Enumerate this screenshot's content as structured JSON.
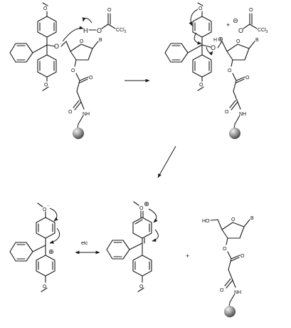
{
  "diagram": {
    "atoms": {
      "methoxy": "O",
      "oxygen": "O",
      "hydrogen": "H",
      "base": "B",
      "amide_nh": "NH",
      "ccl3": "CCl",
      "sub3": "3",
      "ho": "HO"
    },
    "charges": {
      "plus": "⊕",
      "minus": "⊖"
    },
    "operators": {
      "plus": "+"
    },
    "labels": {
      "etc": "etc"
    },
    "colors": {
      "bond": "#1a1a1a",
      "support_bead": "#8c8c8c"
    }
  }
}
